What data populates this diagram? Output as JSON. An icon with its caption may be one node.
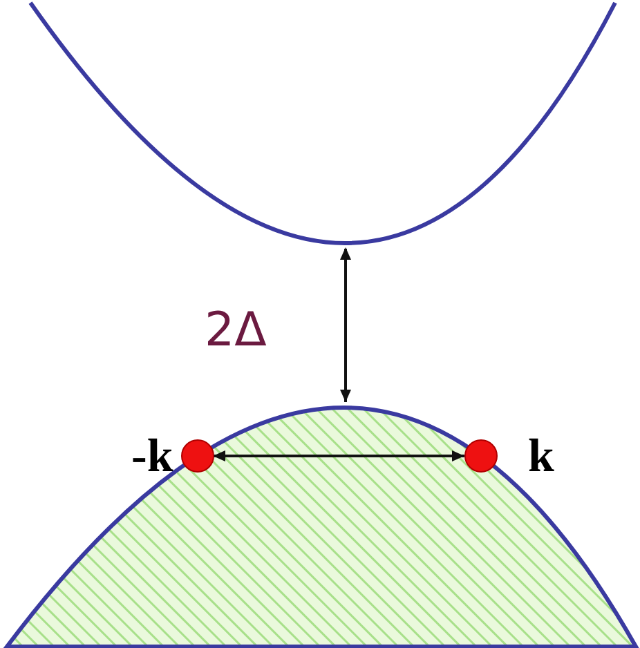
{
  "diagram": {
    "nodes": [
      {
        "text": [],
        "shape": "circle",
        "beside": [
          "-k"
        ]
      },
      {
        "text": [],
        "shape": "circle",
        "beside": [
          "k"
        ]
      }
    ],
    "edges": [
      {
        "from": 0,
        "to": 1,
        "arrow": "both"
      }
    ],
    "labels": [
      "2Δ"
    ]
  }
}
